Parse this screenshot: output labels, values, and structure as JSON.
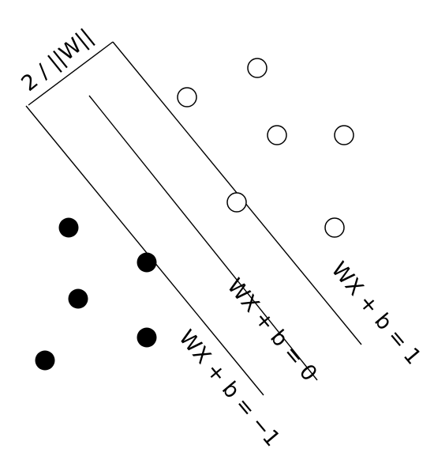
{
  "diagram": {
    "margin_label": "2 / ||W||",
    "hyperplanes": {
      "positive": "WX + b = 1",
      "decision": "WX + b = 0",
      "negative": "WX + b = −1"
    },
    "positive_class": {
      "marker": "hollow-circle",
      "count": 6
    },
    "negative_class": {
      "marker": "filled-circle",
      "count": 5
    },
    "colors": {
      "ink": "#000000",
      "background": "#ffffff"
    }
  }
}
